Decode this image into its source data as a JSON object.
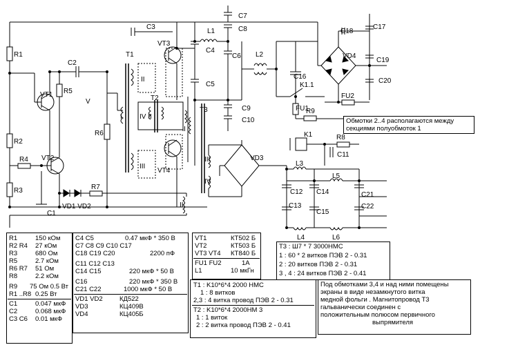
{
  "labels": {
    "R1": "R1",
    "R2": "R2",
    "R3": "R3",
    "R4": "R4",
    "R5": "R5",
    "R6": "R6",
    "R7": "R7",
    "R8": "R8",
    "R9": "R9",
    "C1": "C1",
    "C2": "C2",
    "C3": "C3",
    "C4": "C4",
    "C5": "C5",
    "C6": "C6",
    "C7": "C7",
    "C8": "C8",
    "C9": "C9",
    "C10": "C10",
    "C11": "C11",
    "C12": "C12",
    "C13": "C13",
    "C14": "C14",
    "C15": "C15",
    "C16": "C16",
    "C17": "C17",
    "C18": "C18",
    "C19": "C19",
    "C20": "C20",
    "C21": "C21",
    "C22": "C22",
    "VT1": "VT1",
    "VT2": "VT2",
    "VT3": "VT3",
    "VT4": "VT4",
    "T1": "T1",
    "T2": "T2",
    "T3": "T3",
    "L1": "L1",
    "L2": "L2",
    "L3": "L3",
    "L4": "L4",
    "L5": "L5",
    "L6": "L6",
    "VD1VD2": "VD1 VD2",
    "VD3": "VD3",
    "VD4": "VD4",
    "K1": "K1",
    "K11": "K1.1",
    "FU1": "FU1",
    "FU2": "FU2",
    "W_I": "I",
    "W_II": "II",
    "W_III": "III",
    "W_IV": "IV",
    "W_V": "V",
    "W_II_IV": "IV II",
    "W_left": "V"
  },
  "note_windings": [
    "Обмотки 2..4 располагаются между",
    "секциями полуобмоток 1"
  ],
  "spec_left": {
    "rows": [
      [
        "R1",
        "150 кОм"
      ],
      [
        "R2  R4",
        "27 кОм"
      ],
      [
        "R3",
        "680 Ом"
      ],
      [
        "R5",
        "2.7 кОм"
      ],
      [
        "R6  R7",
        "51 Ом"
      ],
      [
        "R8",
        "2.2 кОм"
      ],
      [
        "R9",
        "75 Ом 0.5 Вт"
      ],
      [
        "R1 ..R8",
        "0.25 Вт"
      ],
      [
        "C1",
        "0.047 мкФ"
      ],
      [
        "C2",
        "0.068 мкФ"
      ],
      [
        "C3  C6",
        "0.01 мкФ"
      ]
    ]
  },
  "spec_caps": {
    "rows": [
      [
        "C4  C5",
        "0.47 мкФ * 350 В"
      ],
      [
        "C7 C8 C9 C10  C17",
        ""
      ],
      [
        "C18 C19 C20",
        "2200 пФ"
      ],
      [
        "C11  C12  C13",
        ""
      ],
      [
        "C14  C15",
        "220 мкФ  * 50 В"
      ],
      [
        "C16",
        "220 мкФ  * 350 В"
      ],
      [
        "C21 C22",
        "1000 мкФ * 50 В"
      ]
    ],
    "diodes": [
      [
        "VD1  VD2",
        "КД522"
      ],
      [
        "VD3",
        "КЦ409В"
      ],
      [
        "VD4",
        "КЦ405Б"
      ]
    ]
  },
  "spec_transistors": {
    "rows": [
      [
        "VT1",
        "КТ502 Б"
      ],
      [
        "VT2",
        "КТ503 Б"
      ],
      [
        "VT3  VT4",
        "КТ840 Б"
      ]
    ],
    "fuse": [
      [
        "FU1  FU2",
        "1А"
      ],
      [
        "L1",
        "10 мкГн"
      ]
    ]
  },
  "spec_t1t2": {
    "rows": [
      "T1 :  K10*6*4  2000 НМС",
      "1 :  8 витков",
      "2,3 : 4 витка   провод ПЭВ 2 - 0.31",
      "T2 :  K10*6*4  2000НМ 3",
      "1 :  1 виток",
      "2 :  2 витка  провод  ПЭВ 2 - 0.41"
    ]
  },
  "spec_t3": {
    "rows": [
      "T3 :  Ш7 * 7  3000НМС",
      "1 :  60 * 2 витков ПЭВ 2 - 0.31",
      "2 :  20 витков ПЭВ 2 - 0.31",
      "3 , 4 :  24 витков ПЭВ 2 - 0.41"
    ]
  },
  "note_t3": {
    "rows": [
      "Под обмотками 3,4 и над ними помещены",
      "экраны в виде незамкнутого витка",
      "медной фольги . Магнитопровод Т3",
      "гальванически соединен с",
      "положительным  полюсом первичного",
      "выпрямителя"
    ]
  }
}
